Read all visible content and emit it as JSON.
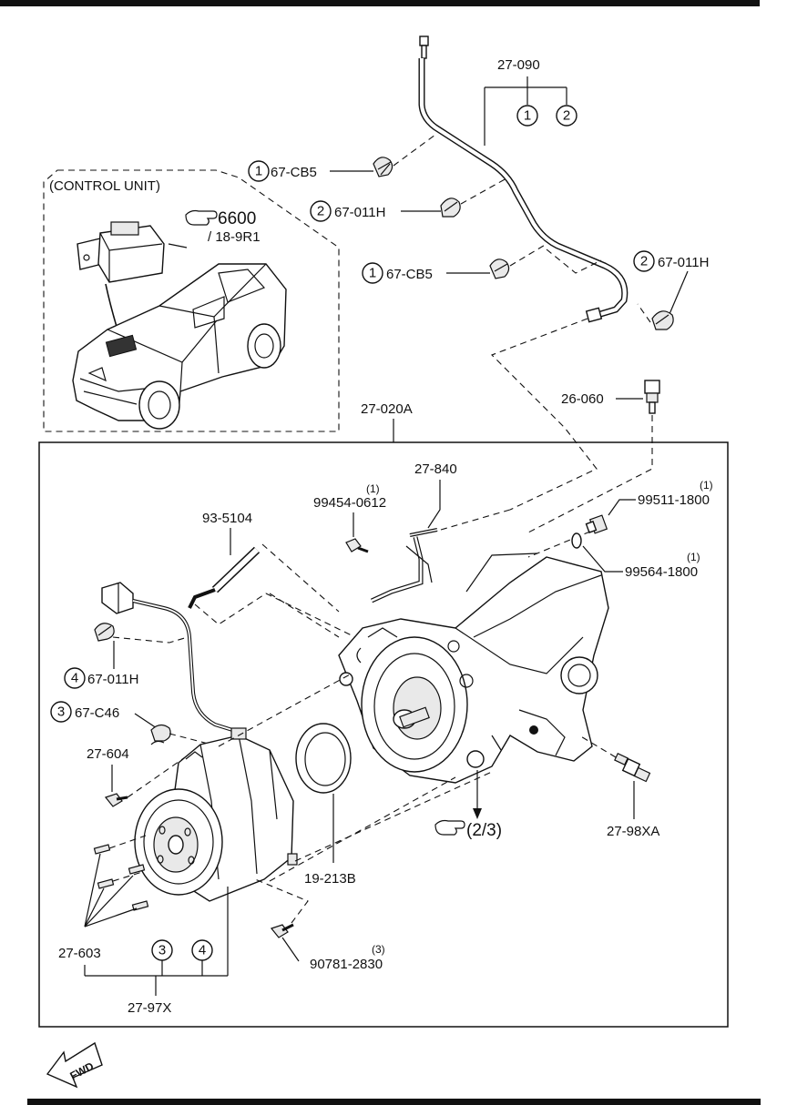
{
  "header_bar": "",
  "inset": {
    "title": "(CONTROL UNIT)",
    "ref_number": "6600",
    "ref_page": "/ 18-9R1"
  },
  "callouts": {
    "pipe_main": "27-090",
    "clip_cb5_top": "67-CB5",
    "clip_011h_a": "67-011H",
    "clip_cb5_mid": "67-CB5",
    "clip_011h_right": "67-011H",
    "sensor_top": "26-060",
    "assembly": "27-020A",
    "vent_pipe": "27-840",
    "bolt_0612": "99454-0612",
    "bolt_0612_qty": "(1)",
    "plug_1800": "99511-1800",
    "plug_1800_qty": "(1)",
    "gasket_1800": "99564-1800",
    "gasket_1800_qty": "(1)",
    "hose_5104": "93-5104",
    "clip_011h_lower": "67-011H",
    "clip_c46": "67-C46",
    "bolt_604": "27-604",
    "seal_213b": "19-213B",
    "ref_see": "(2/3)",
    "sensor_98xa": "27-98XA",
    "studs_603": "27-603",
    "bolt_2830": "90781-2830",
    "bolt_2830_qty": "(3)",
    "coupling_97x": "27-97X"
  },
  "circle_marks": {
    "c1": "1",
    "c2": "2",
    "c3": "3",
    "c4": "4"
  },
  "fwd_label": "FWD"
}
